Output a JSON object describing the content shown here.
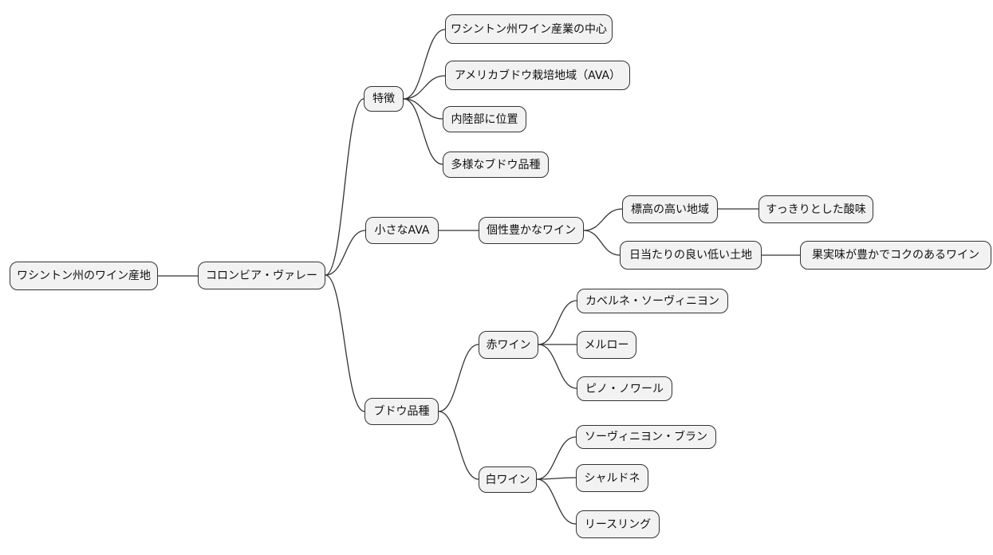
{
  "diagram": {
    "kind": "mindmap",
    "orientation": "left-to-right",
    "language": "ja",
    "topic": "Washington State wine regions"
  },
  "style": {
    "background": "#ffffff",
    "node_fill": "#f2f2f2",
    "node_border": "#333333",
    "edge_color": "#333333",
    "text_color": "#111111"
  },
  "mindmap": {
    "label": "ワシントン州のワイン産地",
    "children": [
      {
        "label": "コロンビア・ヴァレー",
        "children": [
          {
            "label": "特徴",
            "children": [
              {
                "label": "ワシントン州ワイン産業の中心"
              },
              {
                "label": "アメリカブドウ栽培地域（AVA）"
              },
              {
                "label": "内陸部に位置"
              },
              {
                "label": "多様なブドウ品種"
              }
            ]
          },
          {
            "label": "小さなAVA",
            "children": [
              {
                "label": "個性豊かなワイン",
                "children": [
                  {
                    "label": "標高の高い地域",
                    "children": [
                      {
                        "label": "すっきりとした酸味"
                      }
                    ]
                  },
                  {
                    "label": "日当たりの良い低い土地",
                    "children": [
                      {
                        "label": "果実味が豊かでコクのあるワイン"
                      }
                    ]
                  }
                ]
              }
            ]
          },
          {
            "label": "ブドウ品種",
            "children": [
              {
                "label": "赤ワイン",
                "children": [
                  {
                    "label": "カベルネ・ソーヴィニヨン"
                  },
                  {
                    "label": "メルロー"
                  },
                  {
                    "label": "ピノ・ノワール"
                  }
                ]
              },
              {
                "label": "白ワイン",
                "children": [
                  {
                    "label": "ソーヴィニヨン・ブラン"
                  },
                  {
                    "label": "シャルドネ"
                  },
                  {
                    "label": "リースリング"
                  }
                ]
              }
            ]
          }
        ]
      }
    ]
  }
}
